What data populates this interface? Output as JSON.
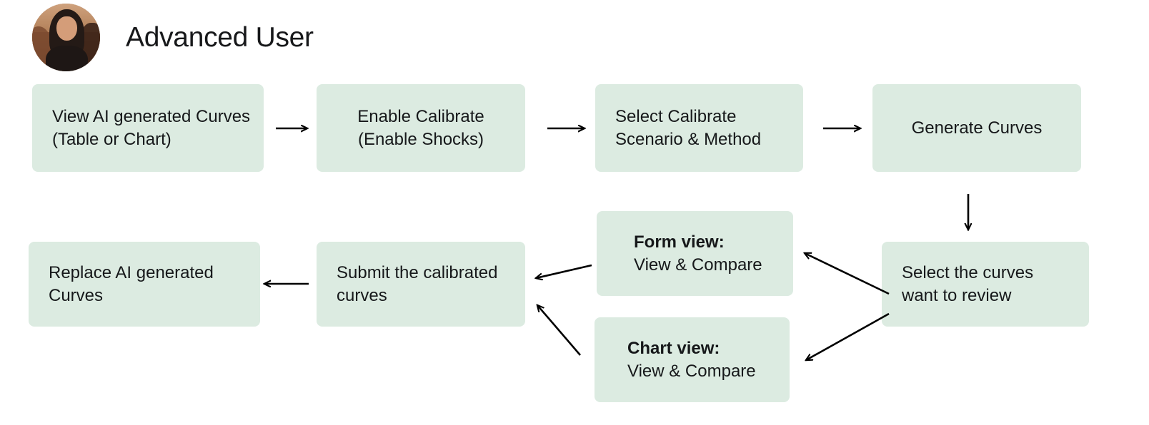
{
  "header": {
    "title": "Advanced User",
    "avatar_alt": "user-avatar-photo"
  },
  "colors": {
    "node_fill": "#dcebe1",
    "text": "#16181a",
    "arrow": "#000000",
    "page_background": "#ffffff"
  },
  "flow": {
    "nodes": [
      {
        "id": "view-ai-generated-curves",
        "lines": [
          "View AI generated Curves",
          "(Table or Chart)"
        ],
        "align": "left"
      },
      {
        "id": "enable-calibrate",
        "lines": [
          "Enable Calibrate",
          "(Enable Shocks)"
        ],
        "align": "center"
      },
      {
        "id": "select-calibrate-scenario-method",
        "lines": [
          "Select Calibrate",
          "Scenario & Method"
        ],
        "align": "left"
      },
      {
        "id": "generate-curves",
        "lines": [
          "Generate Curves"
        ],
        "align": "center"
      },
      {
        "id": "select-the-curves-want-to-review",
        "lines": [
          "Select the curves",
          "want to review"
        ],
        "align": "left"
      },
      {
        "id": "form-view",
        "lines": [
          "Form view:",
          "View & Compare"
        ],
        "align": "left",
        "bold_first_line": true
      },
      {
        "id": "chart-view",
        "lines": [
          "Chart view:",
          "View & Compare"
        ],
        "align": "left",
        "bold_first_line": true
      },
      {
        "id": "submit-the-calibrated-curves",
        "lines": [
          "Submit the calibrated",
          "curves"
        ],
        "align": "left"
      },
      {
        "id": "replace-ai-generated-curves",
        "lines": [
          "Replace AI generated",
          "Curves"
        ],
        "align": "left"
      }
    ],
    "connectors": [
      {
        "id": "arrow-view-to-enable",
        "direction": "right"
      },
      {
        "id": "arrow-enable-to-select-scenario",
        "direction": "right"
      },
      {
        "id": "arrow-select-scenario-to-generate",
        "direction": "right"
      },
      {
        "id": "arrow-generate-to-select-curves",
        "direction": "down"
      },
      {
        "id": "arrow-select-curves-to-form-view",
        "direction": "up-left"
      },
      {
        "id": "arrow-select-curves-to-chart-view",
        "direction": "down-left"
      },
      {
        "id": "arrow-form-view-to-submit",
        "direction": "left"
      },
      {
        "id": "arrow-chart-view-to-submit",
        "direction": "up-left"
      },
      {
        "id": "arrow-submit-to-replace",
        "direction": "left"
      }
    ]
  }
}
